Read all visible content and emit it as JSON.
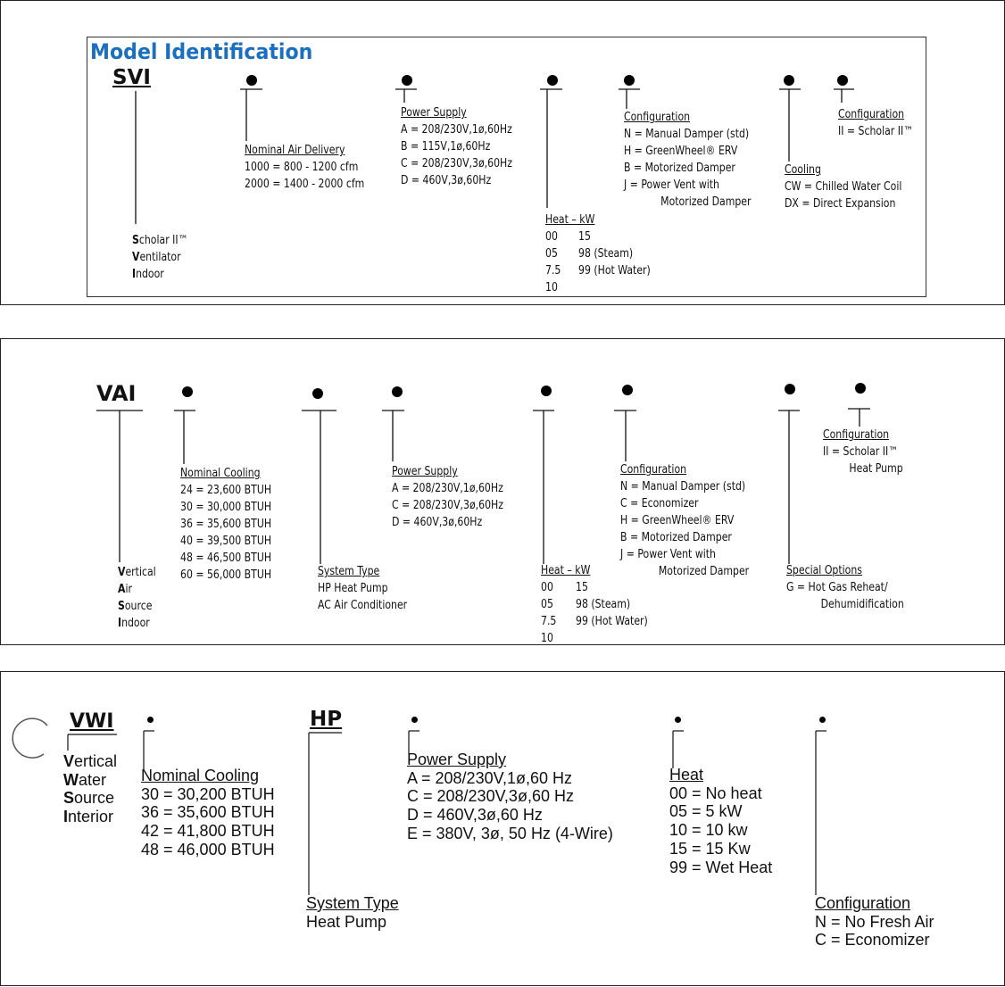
{
  "svi": {
    "title": "Model Identification",
    "title_color": "#1a6fc0",
    "code": "SVI",
    "desc": [
      "Scholar II™",
      "Ventilator",
      "Indoor"
    ],
    "fields": [
      {
        "heading": "Nominal Air Delivery",
        "lines": [
          "1000 = 800 - 1200 cfm",
          "2000 = 1400 - 2000 cfm"
        ]
      },
      {
        "heading": "Power Supply",
        "lines": [
          "A = 208/230V,1ø,60Hz",
          "B = 115V,1ø,60Hz",
          "C = 208/230V,3ø,60Hz",
          "D = 460V,3ø,60Hz"
        ]
      },
      {
        "heading": "Heat – kW",
        "lines": [
          "00",
          "05",
          "7.5",
          "10"
        ],
        "lines2": [
          "15",
          "98 (Steam)",
          "99 (Hot Water)"
        ]
      },
      {
        "heading": "Configuration",
        "lines": [
          "N = Manual Damper (std)",
          "H = GreenWheel® ERV",
          "B = Motorized Damper",
          "J  = Power Vent with",
          "Motorized Damper"
        ]
      },
      {
        "heading": "Cooling",
        "lines": [
          "CW = Chilled Water Coil",
          "DX = Direct Expansion"
        ]
      },
      {
        "heading": "Configuration",
        "lines": [
          "II = Scholar II™"
        ]
      }
    ]
  },
  "vai": {
    "code": "VAI",
    "desc": [
      "Vertical",
      "Air",
      "Source",
      "Indoor"
    ],
    "fields": [
      {
        "heading": "Nominal Cooling",
        "lines": [
          "24 = 23,600 BTUH",
          "30 = 30,000 BTUH",
          "36 = 35,600 BTUH",
          "40 = 39,500 BTUH",
          "48 = 46,500 BTUH",
          "60 = 56,000 BTUH"
        ]
      },
      {
        "heading": "System Type",
        "lines": [
          "HP Heat Pump",
          "AC Air Conditioner"
        ]
      },
      {
        "heading": "Power Supply",
        "lines": [
          "A = 208/230V,1ø,60Hz",
          "C = 208/230V,3ø,60Hz",
          "D = 460V,3ø,60Hz"
        ]
      },
      {
        "heading": "Heat – kW",
        "lines": [
          "00",
          "05",
          "7.5",
          "10"
        ],
        "lines2": [
          "15",
          "98 (Steam)",
          "99 (Hot Water)"
        ]
      },
      {
        "heading": "Configuration",
        "lines": [
          "N = Manual Damper (std)",
          "C = Economizer",
          "H = GreenWheel® ERV",
          "B = Motorized Damper",
          "J  = Power Vent with",
          "Motorized Damper"
        ]
      },
      {
        "heading": "Special Options",
        "lines": [
          "G = Hot Gas Reheat/",
          "Dehumidification"
        ]
      },
      {
        "heading": "Configuration",
        "lines": [
          "II = Scholar II™",
          "Heat Pump"
        ]
      }
    ]
  },
  "vwi": {
    "code": "VWI",
    "code2": "HP",
    "desc": [
      "Vertical",
      "Water",
      "Source",
      "Interior"
    ],
    "fields": [
      {
        "heading": "Nominal Cooling",
        "lines": [
          "30 = 30,200 BTUH",
          "36 = 35,600 BTUH",
          "42 = 41,800 BTUH",
          "48 = 46,000 BTUH"
        ]
      },
      {
        "heading": "System Type",
        "lines": [
          "Heat Pump"
        ]
      },
      {
        "heading": "Power Supply",
        "lines": [
          "A = 208/230V,1ø,60 Hz",
          "C = 208/230V,3ø,60 Hz",
          "D = 460V,3ø,60 Hz",
          "E = 380V, 3ø, 50 Hz (4-Wire)"
        ]
      },
      {
        "heading": "Heat",
        "lines": [
          "00 = No heat",
          "05 = 5 kW",
          "10 = 10 kw",
          "15 = 15 Kw",
          "99 = Wet Heat"
        ]
      },
      {
        "heading": "Configuration",
        "lines": [
          "N = No Fresh Air",
          "C = Economizer"
        ]
      }
    ]
  }
}
